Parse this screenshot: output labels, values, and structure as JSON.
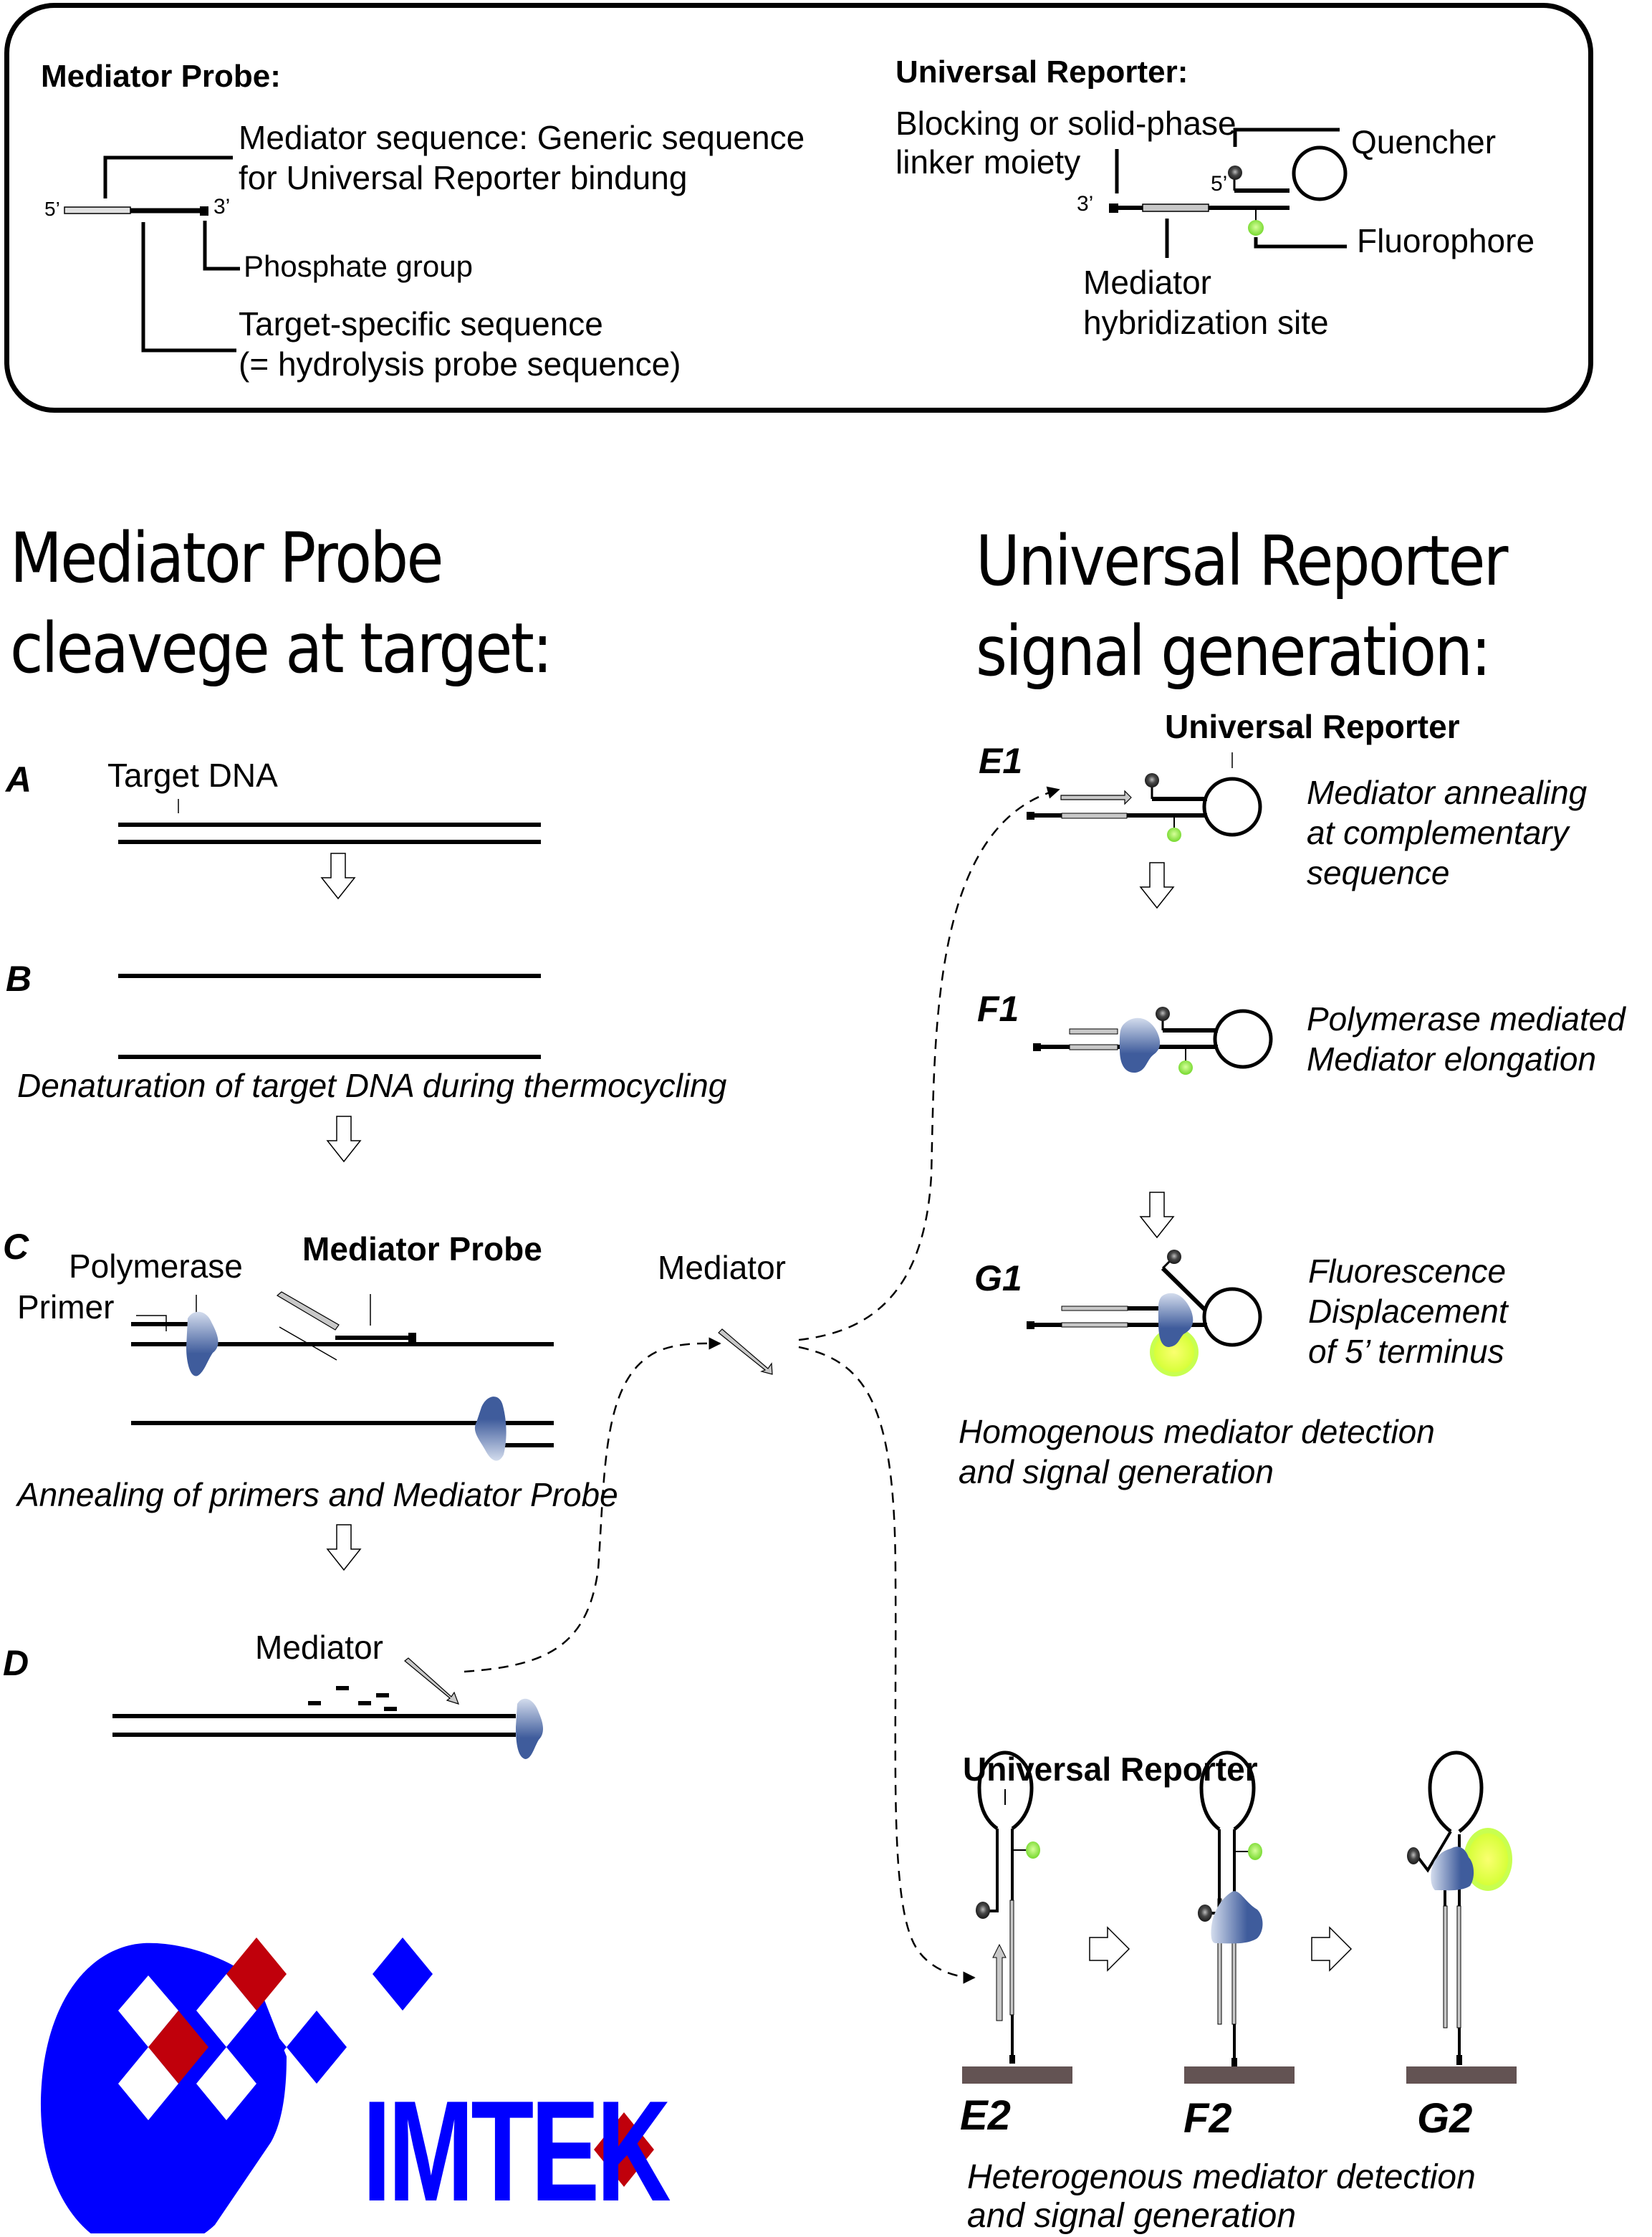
{
  "legend": {
    "mediator_probe": {
      "title": "Mediator Probe:",
      "label_5prime": "5’",
      "label_3prime": "3’",
      "mediator_sequence": [
        "Mediator sequence: Generic sequence",
        "for Universal Reporter bindung"
      ],
      "phosphate": "Phosphate group",
      "target_specific": [
        "Target-specific sequence",
        "(= hydrolysis probe sequence)"
      ]
    },
    "universal_reporter": {
      "title": "Universal Reporter:",
      "blocking": [
        "Blocking or solid-phase",
        "linker moiety"
      ],
      "label_3prime": "3’",
      "label_5prime": "5’",
      "quencher": "Quencher",
      "fluorophore": "Fluorophore",
      "hybridization_site": [
        "Mediator",
        "hybridization site"
      ]
    }
  },
  "left_section": {
    "heading": [
      "Mediator Probe",
      "cleavege at target:"
    ],
    "steps": {
      "A": {
        "letter": "A",
        "label": "Target DNA"
      },
      "B": {
        "letter": "B",
        "caption": "Denaturation of target DNA during thermocycling"
      },
      "C": {
        "letter": "C",
        "polymerase": "Polymerase",
        "primer": "Primer",
        "mediator_probe": "Mediator Probe",
        "mediator": "Mediator",
        "caption": "Annealing of primers and Mediator Probe"
      },
      "D": {
        "letter": "D",
        "mediator": "Mediator"
      }
    }
  },
  "right_section": {
    "heading": [
      "Universal Reporter",
      "signal generation:"
    ],
    "homogenous": {
      "reporter_label": "Universal Reporter",
      "E1": {
        "letter": "E1",
        "caption": [
          "Mediator annealing",
          "at complementary",
          "sequence"
        ]
      },
      "F1": {
        "letter": "F1",
        "caption": [
          "Polymerase mediated",
          "Mediator elongation"
        ]
      },
      "G1": {
        "letter": "G1",
        "caption": [
          "Fluorescence",
          "Displacement",
          "of 5’ terminus"
        ]
      },
      "caption": [
        "Homogenous mediator detection",
        "and signal generation"
      ]
    },
    "heterogenous": {
      "reporter_label": "Universal Reporter",
      "E2": "E2",
      "F2": "F2",
      "G2": "G2",
      "caption": [
        "Heterogenous mediator detection",
        "and signal generation"
      ]
    }
  },
  "logo": {
    "text": "IMTEK",
    "blue": "#0000ff",
    "red": "#c0000b"
  },
  "colors": {
    "polymerase": "#3f5c9c",
    "fluorophore": "#88e040",
    "signal": "#e6ff40",
    "quencher": "#3a3a3a",
    "surface": "#635353",
    "mediator_strand": "#c8c8c8"
  }
}
